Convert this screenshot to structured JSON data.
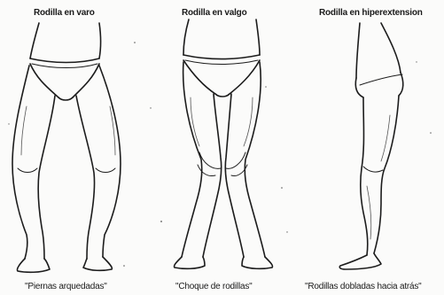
{
  "figures": [
    {
      "title": "Rodilla en varo",
      "caption": "\"Piernas arquedadas\""
    },
    {
      "title": "Rodilla en valgo",
      "caption": "\"Choque de rodillas\""
    },
    {
      "title": "Rodilla en hiperextension",
      "caption": "\"Rodillas dobladas hacia atrás\""
    }
  ],
  "colors": {
    "ink": "#1c1c1c",
    "paper": "#fbfbfa"
  }
}
